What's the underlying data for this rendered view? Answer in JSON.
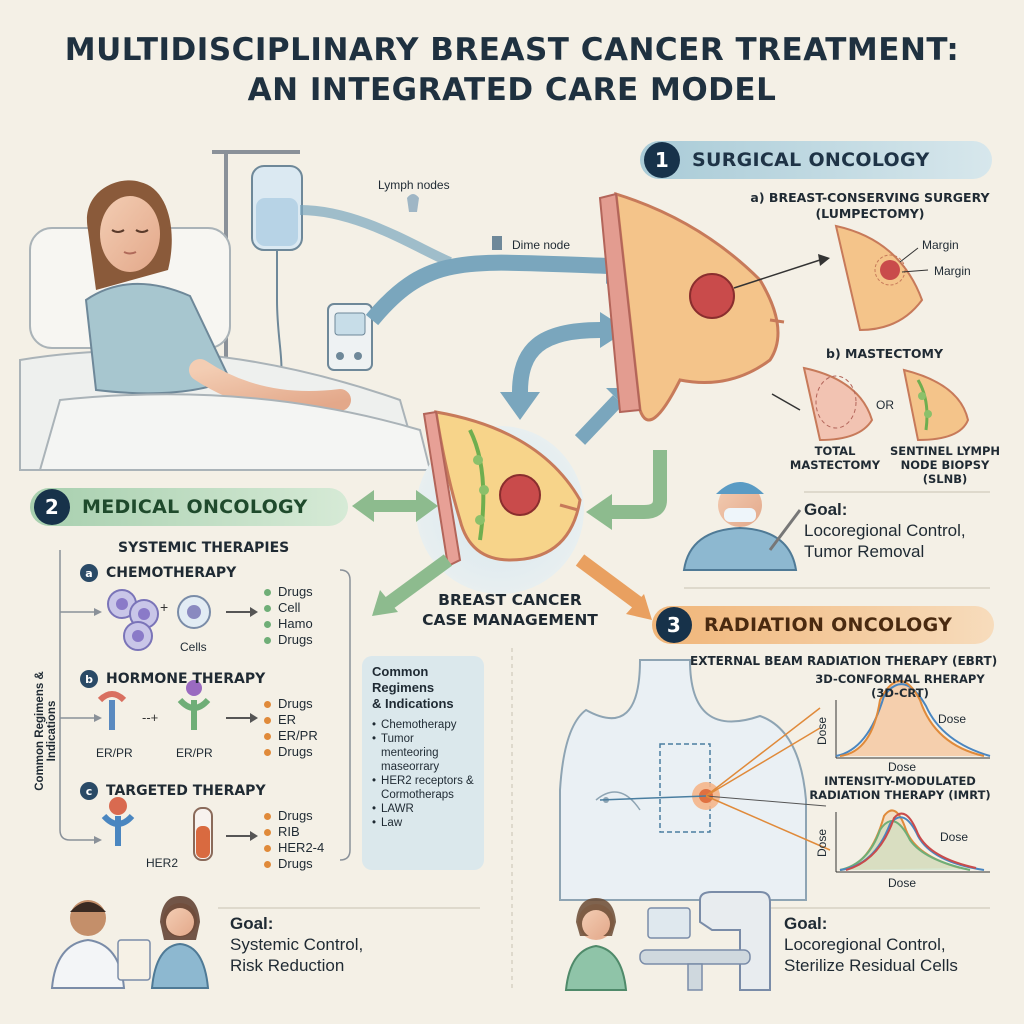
{
  "title": {
    "line1": "MULTIDISCIPLINARY BREAST CANCER TREATMENT:",
    "line2": "AN INTEGRATED CARE MODEL"
  },
  "center": {
    "line1": "BREAST CANCER",
    "line2": "CASE MANAGEMENT"
  },
  "patient": {
    "lymph_label": "Lymph nodes",
    "dime_label": "Dime node"
  },
  "surgical": {
    "number": "1",
    "title": "SURGICAL ONCOLOGY",
    "bcs_line1": "a) BREAST-CONSERVING SURGERY",
    "bcs_line2": "(LUMPECTOMY)",
    "margin1": "Margin",
    "margin2": "Margin",
    "mastectomy": "b) MASTECTOMY",
    "or": "OR",
    "total_line1": "TOTAL",
    "total_line2": "MASTECTOMY",
    "slnb_line1": "SENTINEL LYMPH",
    "slnb_line2": "NODE BIOPSY",
    "slnb_line3": "(SLNB)",
    "goal_head": "Goal:",
    "goal_line1": "Locoregional Control,",
    "goal_line2": "Tumor Removal"
  },
  "medical": {
    "number": "2",
    "title": "MEDICAL ONCOLOGY",
    "systemic": "SYSTEMIC THERAPIES",
    "side_label": "Common Regimens & Indications",
    "chemo": {
      "letter": "a",
      "title": "CHEMOTHERAPY",
      "cells_label": "Cells",
      "items": [
        "Drugs",
        "Cell",
        "Hamo",
        "Drugs"
      ]
    },
    "hormone": {
      "letter": "b",
      "title": "HORMONE THERAPY",
      "rec1": "ER/PR",
      "rec2": "ER/PR",
      "items": [
        "Drugs",
        "ER",
        "ER/PR",
        "Drugs"
      ]
    },
    "targeted": {
      "letter": "c",
      "title": "TARGETED THERAPY",
      "rec": "HER2",
      "items": [
        "Drugs",
        "RIB",
        "HER2-4",
        "Drugs"
      ]
    },
    "regimens": {
      "h1": "Common",
      "h2": "Regimens",
      "h3": "& Indications",
      "items": [
        "Chemotherapy",
        "Tumor menteoring maseorrary",
        "HER2 receptors & Cormotheraps",
        "LAWR",
        "Law"
      ]
    },
    "goal_head": "Goal:",
    "goal_line1": "Systemic Control,",
    "goal_line2": "Risk Reduction"
  },
  "radiation": {
    "number": "3",
    "title": "RADIATION ONCOLOGY",
    "ebrt": "EXTERNAL BEAM RADIATION THERAPY (EBRT)",
    "crt_line1": "3D-CONFORMAL RHERAPY",
    "crt_line2": "(3D-CRT)",
    "imrt_line1": "INTENSITY-MODULATED",
    "imrt_line2": "RADIATION THERAPY (IMRT)",
    "dose": "Dose",
    "goal_head": "Goal:",
    "goal_line1": "Locoregional Control,",
    "goal_line2": "Sterilize Residual Cells"
  },
  "colors": {
    "surgical": "#a9cbd7",
    "medical": "#a7cfae",
    "radiation": "#f0b578",
    "navy": "#17324a"
  }
}
